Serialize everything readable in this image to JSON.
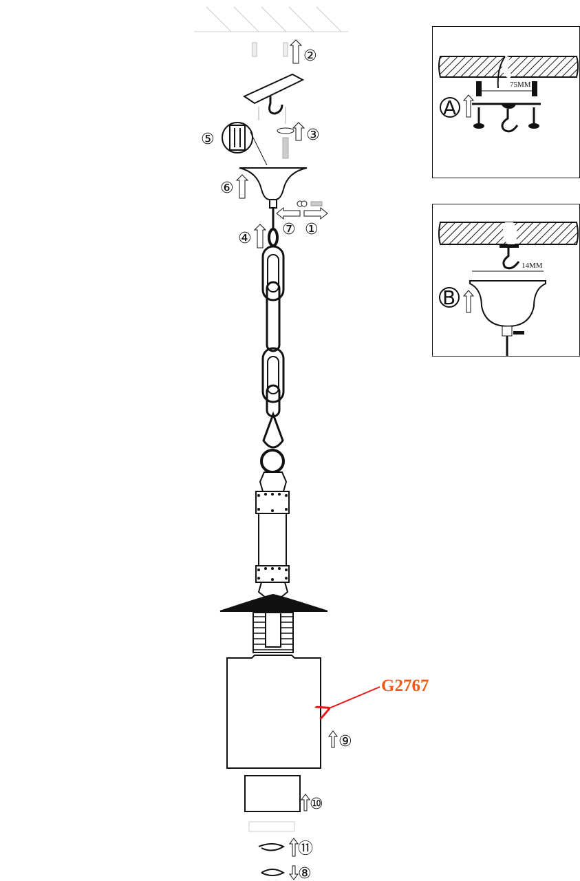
{
  "model_label": {
    "text": "G2767",
    "color": "#f05a14",
    "arrow_color": "#e81818"
  },
  "step_labels": {
    "s1": "①",
    "s2": "②",
    "s3": "③",
    "s4": "④",
    "s5": "⑤",
    "s6": "⑥",
    "s7": "⑦",
    "s8": "⑧",
    "s9": "⑨",
    "s10": "⑩",
    "s11": "⑪"
  },
  "inset_a": {
    "label": "A",
    "dimension": "75MM"
  },
  "inset_b": {
    "label": "B",
    "dimension": "14MM"
  }
}
